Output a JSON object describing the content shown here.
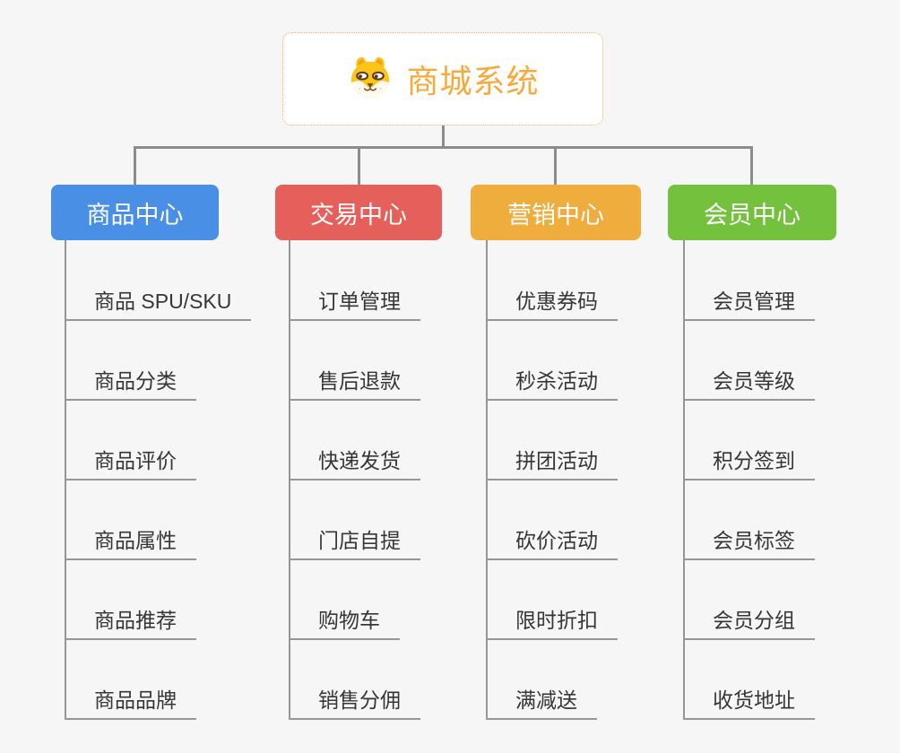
{
  "root": {
    "label": "商城系统",
    "icon": "shiba-dog-icon"
  },
  "branches": [
    {
      "label": "商品中心",
      "color": "#4a8fe6",
      "children": [
        "商品 SPU/SKU",
        "商品分类",
        "商品评价",
        "商品属性",
        "商品推荐",
        "商品品牌"
      ]
    },
    {
      "label": "交易中心",
      "color": "#e5605a",
      "children": [
        "订单管理",
        "售后退款",
        "快递发货",
        "门店自提",
        "购物车",
        "销售分佣"
      ]
    },
    {
      "label": "营销中心",
      "color": "#eead3c",
      "children": [
        "优惠券码",
        "秒杀活动",
        "拼团活动",
        "砍价活动",
        "限时折扣",
        "满减送"
      ]
    },
    {
      "label": "会员中心",
      "color": "#74c13e",
      "children": [
        "会员管理",
        "会员等级",
        "积分签到",
        "会员标签",
        "会员分组",
        "收货地址"
      ]
    }
  ],
  "colors": {
    "root_accent": "#f7a93c",
    "root_border": "#f3aa4e",
    "connector": "#8c8c8c",
    "leaf_line": "#969696",
    "leaf_text": "#363636",
    "background": "#f6f6f6"
  }
}
